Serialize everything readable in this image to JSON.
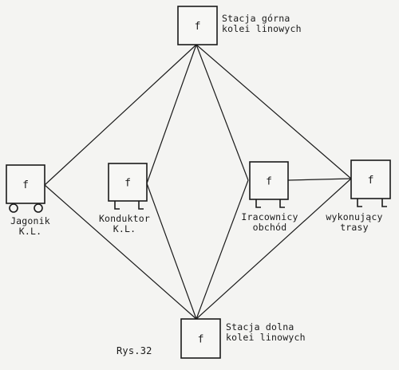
{
  "diagram": {
    "box_symbol": "f",
    "nodes": [
      {
        "id": "top",
        "label_lines": [
          "Stacja górna",
          "kolei linowych"
        ]
      },
      {
        "id": "wagon",
        "label_lines": [
          "Jagonik",
          "K.L."
        ]
      },
      {
        "id": "cond",
        "label_lines": [
          "Konduktor",
          "K.L."
        ]
      },
      {
        "id": "work1",
        "label_lines": [
          "Iracownicy",
          "obchód"
        ]
      },
      {
        "id": "work2",
        "label_lines": [
          "wykonujący",
          "trasy"
        ]
      },
      {
        "id": "bottom",
        "label_lines": [
          "Stacja dolna",
          "kolei linowych"
        ]
      }
    ],
    "edges": [
      [
        "top",
        "wagon"
      ],
      [
        "top",
        "cond"
      ],
      [
        "top",
        "work1"
      ],
      [
        "top",
        "work2"
      ],
      [
        "bottom",
        "wagon"
      ],
      [
        "bottom",
        "cond"
      ],
      [
        "bottom",
        "work1"
      ],
      [
        "bottom",
        "work2"
      ],
      [
        "work1",
        "work2"
      ]
    ],
    "caption": "Rys.32"
  }
}
